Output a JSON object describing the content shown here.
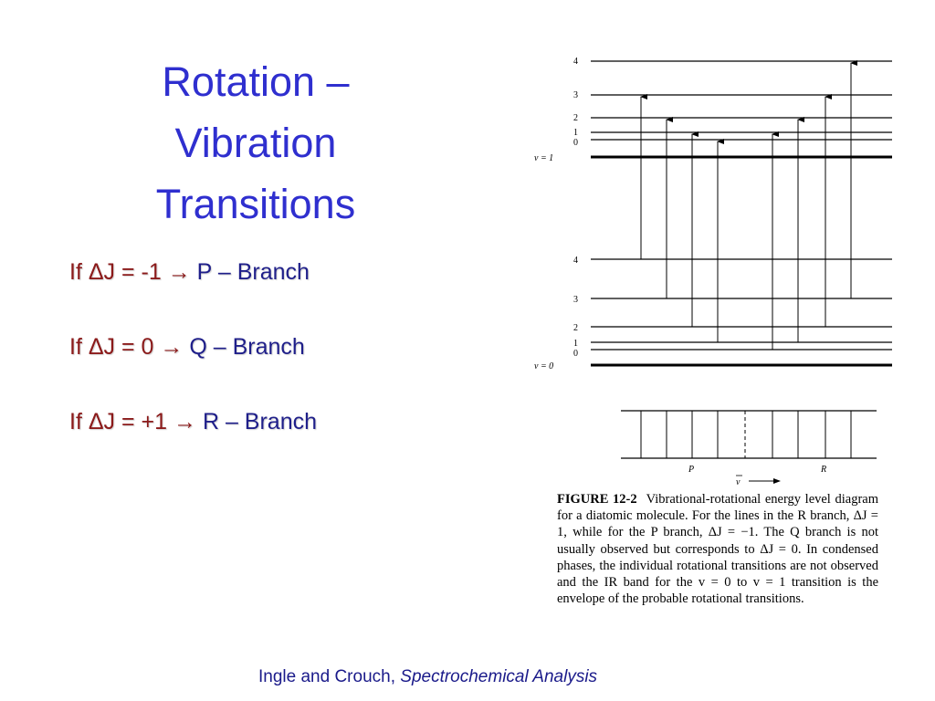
{
  "slide": {
    "title_lines": [
      "Rotation –",
      "Vibration",
      "Transitions"
    ],
    "rules": [
      {
        "cond": "If ΔJ = -1",
        "arrow": "→",
        "result": "P – Branch"
      },
      {
        "cond": "If ΔJ = 0",
        "arrow": "→",
        "result": "Q – Branch"
      },
      {
        "cond": "If ΔJ = +1",
        "arrow": "→",
        "result": "R – Branch"
      }
    ],
    "citation_prefix": "Ingle and Crouch, ",
    "citation_book": "Spectrochemical Analysis"
  },
  "figure": {
    "upper_state_label": "v = 1",
    "lower_state_label": "v = 0",
    "upper_levels": [
      "4",
      "3",
      "2",
      "1",
      "0"
    ],
    "lower_levels": [
      "4",
      "3",
      "2",
      "1",
      "0"
    ],
    "p_label": "P",
    "r_label": "R",
    "nu_label": "ν",
    "caption_label": "FIGURE 12-2",
    "caption_text": "Vibrational-rotational energy level diagram for a diatomic molecule. For the lines in the R branch, ΔJ = 1, while for the P branch, ΔJ = −1. The Q branch is not usually observed but corresponds to ΔJ = 0. In condensed phases, the individual rotational transitions are not observed and the IR band for the v = 0 to v = 1 transition is the envelope of the probable rotational transitions."
  },
  "colors": {
    "title": "#2f2fcf",
    "condition": "#8b1a1a",
    "branch": "#1f1f8a",
    "citation": "#1a1a8a"
  }
}
